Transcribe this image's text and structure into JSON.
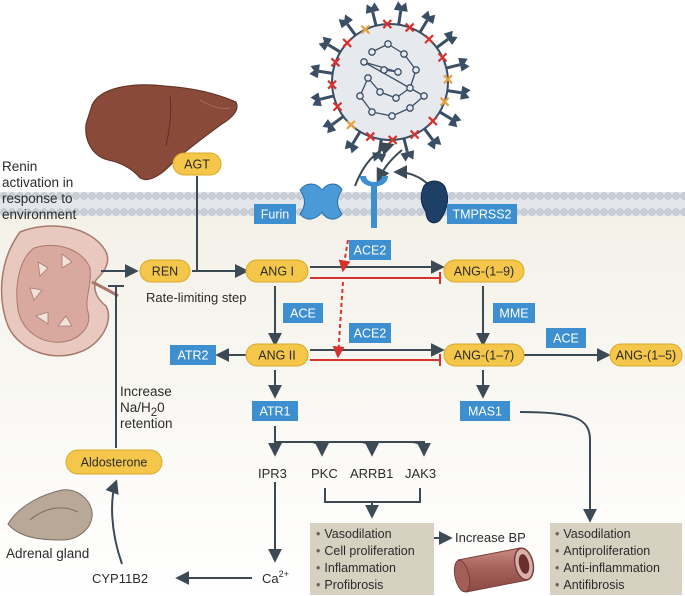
{
  "colors": {
    "pill": "#f4c64a",
    "box": "#3d8fcf",
    "panel": "#d6d1c0",
    "arrow": "#3c4a55",
    "inhibit": "#d6322e",
    "membrane": "#c9cfd6",
    "background_region": "#f4f2ea"
  },
  "icons": [
    "liver-icon",
    "kidney-icon",
    "adrenal-gland-icon",
    "virus-icon",
    "blood-vessel-icon",
    "furin-icon",
    "ace2-receptor-icon",
    "tmprss2-icon"
  ],
  "left": {
    "renin_text": [
      "Renin",
      "activation in",
      "response to",
      "environment"
    ],
    "increase_text": [
      "Increase",
      "Na/H",
      "2",
      "0",
      "retention"
    ],
    "adrenal_label": "Adrenal gland"
  },
  "pills": {
    "agt": "AGT",
    "ren": "REN",
    "ang1": "ANG I",
    "ang2": "ANG II",
    "ang19": "ANG-(1–9)",
    "ang17": "ANG-(1–7)",
    "ang15": "ANG-(1–5)",
    "aldosterone": "Aldosterone"
  },
  "boxes": {
    "furin": "Furin",
    "tmprss2": "TMPRSS2",
    "ace2_top": "ACE2",
    "ace_mid": "ACE",
    "ace2_mid": "ACE2",
    "mme": "MME",
    "ace_right": "ACE",
    "atr2": "ATR2",
    "atr1": "ATR1",
    "mas1": "MAS1"
  },
  "labels": {
    "rate_limiting": "Rate-limiting step",
    "ipr3": "IPR3",
    "pkc": "PKC",
    "arrb1": "ARRB1",
    "jak3": "JAK3",
    "cyp": "CYP11B2",
    "calcium": "Ca",
    "calcium_sup": "2+",
    "increase_bp": "Increase BP"
  },
  "panel_left": [
    "Vasodilation",
    "Cell proliferation",
    "Inflammation",
    "Profibrosis"
  ],
  "panel_right": [
    "Vasodilation",
    "Antiproliferation",
    "Anti-inflammation",
    "Antifibrosis"
  ],
  "bullet": "•"
}
